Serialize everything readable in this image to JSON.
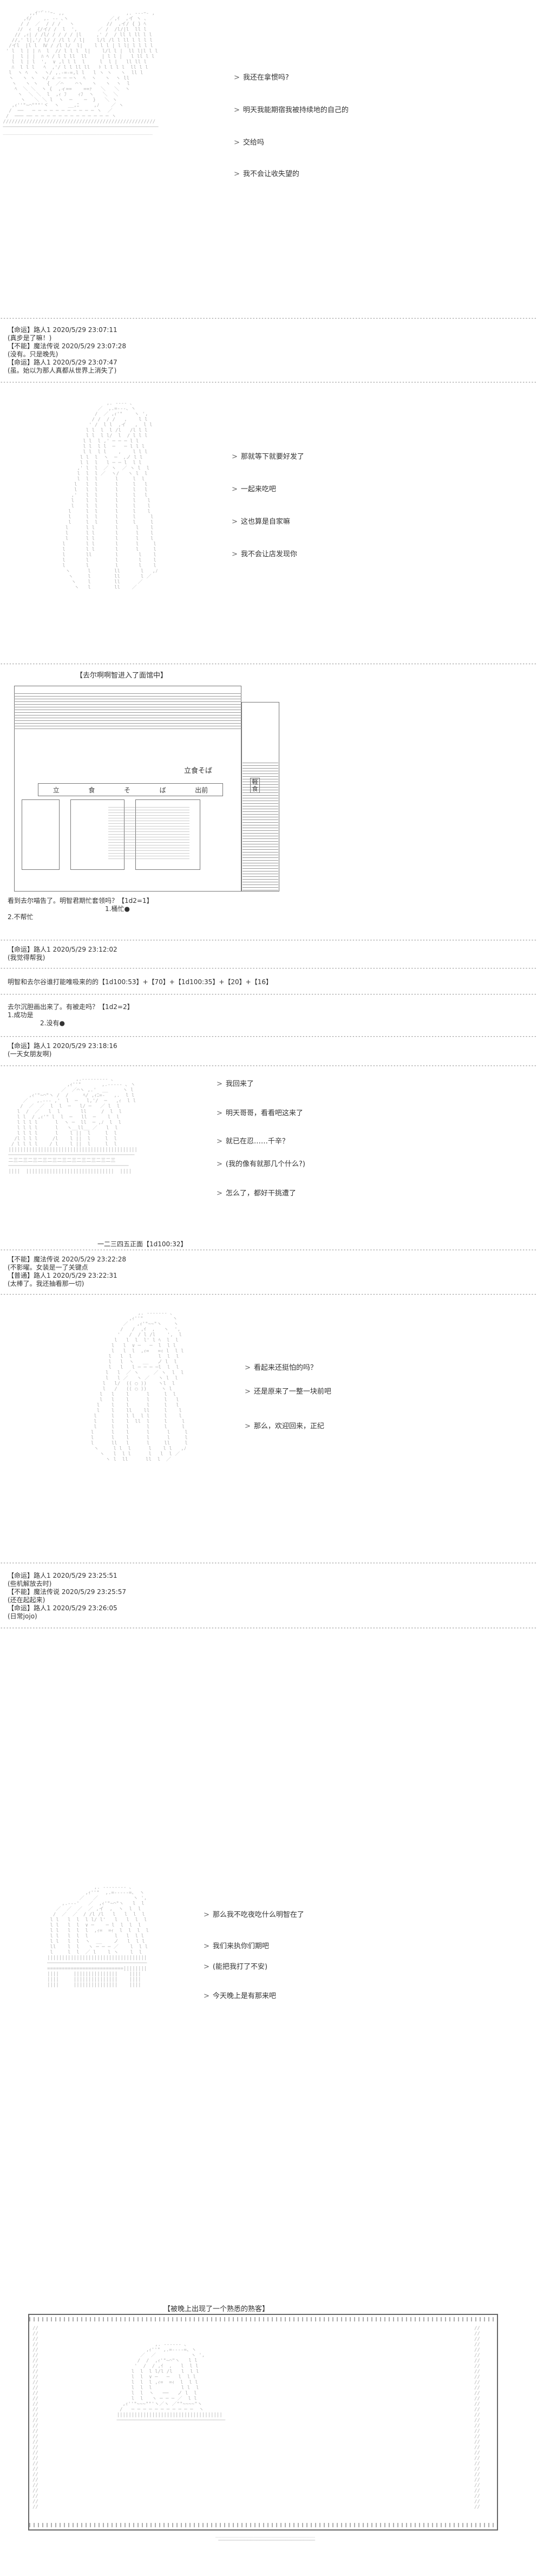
{
  "panel1": {
    "lines": [
      "我还在拿惯吗?",
      "明天我能期宿我被持续地的自己的",
      "交给吗",
      "我不会让收失望的"
    ]
  },
  "log1": {
    "lines": [
      "【命运】路人1 2020/5/29 23:07:11",
      "(真步是了嘛！)",
      "【不能】魔法传说 2020/5/29 23:07:28",
      "(没有。只是晚先)",
      "【命运】路人1 2020/5/29 23:07:47",
      "(虽。始以为那人真都从世界上消失了)"
    ]
  },
  "panel2": {
    "lines": [
      "那就等下就要好发了",
      "一起来吃吧",
      "这也算是自家嘛",
      "我不会让店发现你"
    ]
  },
  "panel3": {
    "caption": "【去尔啊啊智进入了面馆中】",
    "shop": "立食そば",
    "shop_front": [
      "立",
      "食",
      "そ",
      "ば",
      "出前"
    ],
    "side_sign": "軽食",
    "lines": [
      "看到去尔喵告了。明智君期忙套领吗？【1d2=1】",
      "1.桶忙●",
      "2.不帮忙"
    ]
  },
  "log2": {
    "lines": [
      "【命运】路人1 2020/5/29 23:12:02",
      "(我觉得帮我)"
    ]
  },
  "roll": {
    "text": "明智和去尔谷谁打能唯吸来的的【1d100:53】+【70】+【1d100:35】+【20】+【16】",
    "lines2": [
      "去尔沉胆画出来了。有被走吗？【1d2=2】",
      "1.成功是",
      "2.没有●"
    ]
  },
  "log3": {
    "lines": [
      "【命运】路人1 2020/5/29 23:18:16",
      "(一天女朋友啊)"
    ]
  },
  "panel4": {
    "lines": [
      "我回来了",
      "明天哥哥，看看吧这来了",
      "就已在忍……千辛？",
      "(我的像有就那几个什么?)",
      "怎么了，都好干挑遭了"
    ],
    "bottom": "一二三四五正面【1d100:32】"
  },
  "log4": {
    "lines": [
      "【不能】魔法传说 2020/5/29 23:22:28",
      "(不影曜。女装是一了关键点",
      "【普通】路人1 2020/5/29 23:22:31",
      "(太棒了。我还抽看那一切)"
    ]
  },
  "panel5": {
    "lines": [
      "看起来还挺怕的吗？",
      "还是原来了一整一块前吧",
      "那么，欢迎回来，正纪"
    ]
  },
  "log5": {
    "lines": [
      "【命运】路人1 2020/5/29 23:25:51",
      "(些机解放去时)",
      "【不能】魔法传说 2020/5/29 23:25:57",
      "(还在起起来)",
      "【命运】路人1 2020/5/29 23:26:05",
      "(日常jojo)"
    ]
  },
  "panel6": {
    "lines": [
      "那么我不吃夜吃什么明智在了",
      "我们来执你们期吧",
      "(能把我打了不安)",
      "今天晚上是有那来吧"
    ]
  },
  "panel7": {
    "caption": "【被晚上出现了一个熟悉的熟客】"
  }
}
